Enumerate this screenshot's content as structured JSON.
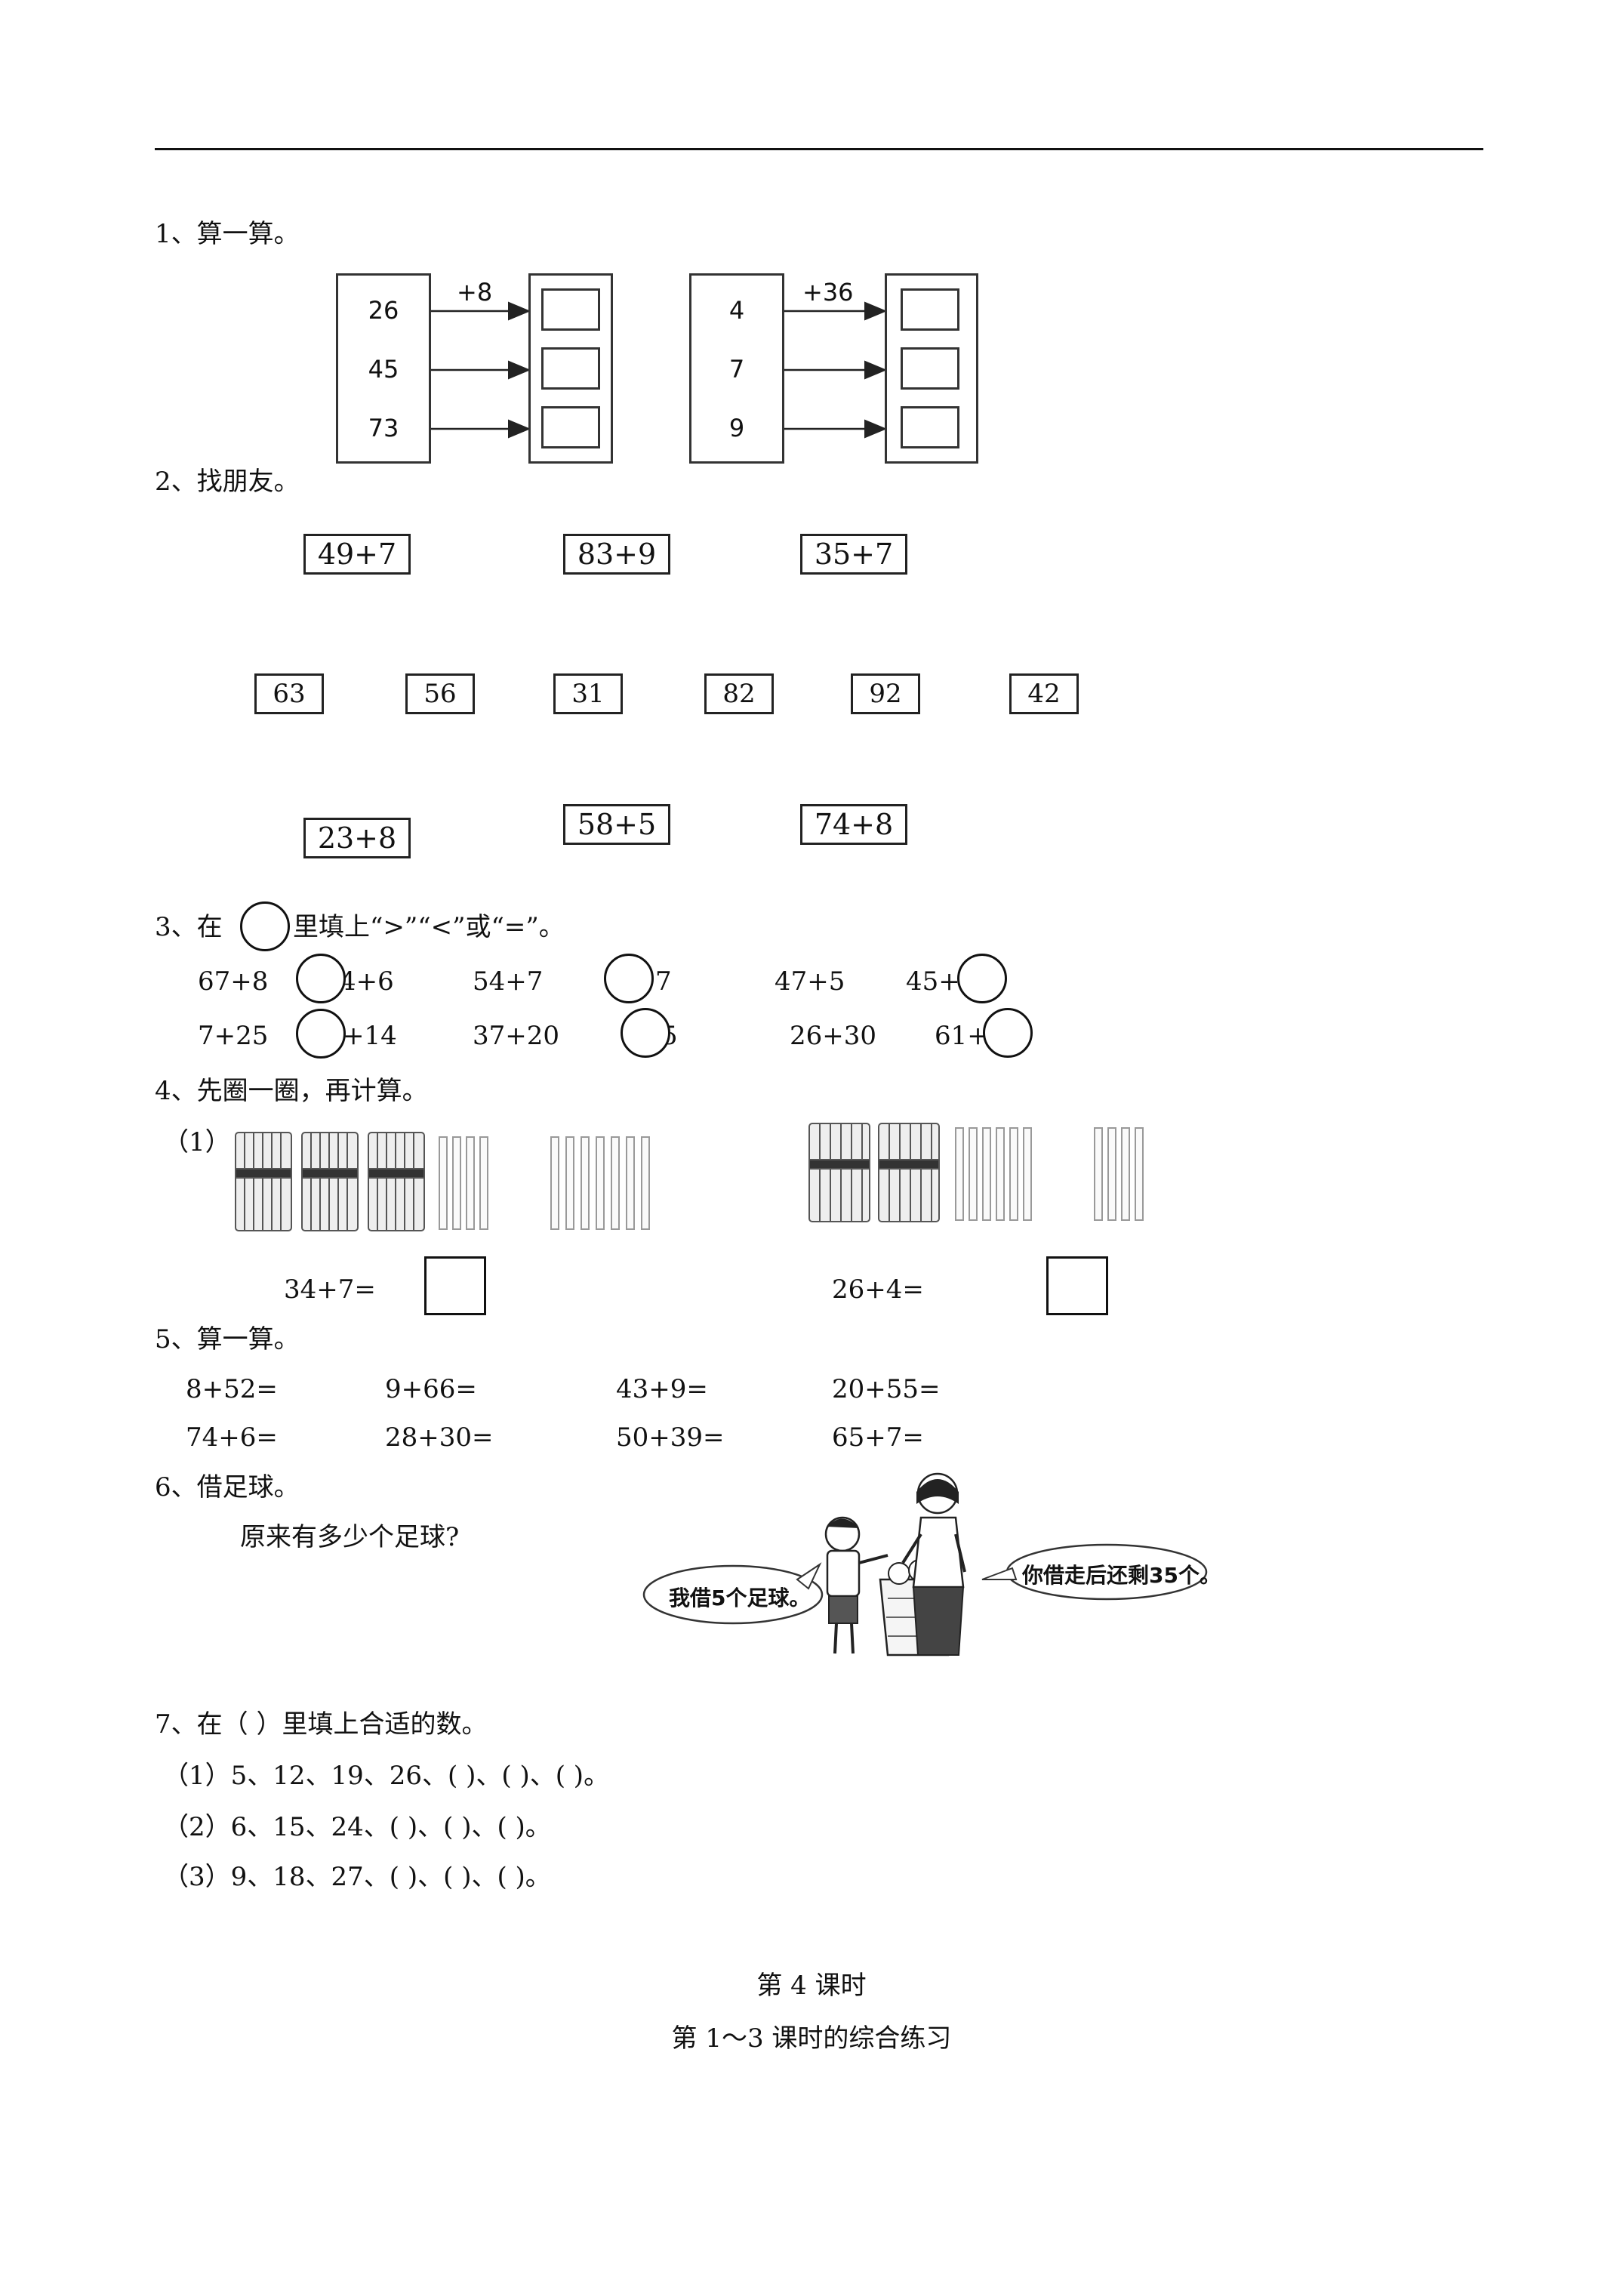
{
  "q1": {
    "title": "1、算一算。",
    "left": {
      "op": "+8",
      "nums": [
        "26",
        "45",
        "73"
      ]
    },
    "right": {
      "op": "+36",
      "nums": [
        "4",
        "7",
        "9"
      ]
    }
  },
  "q2": {
    "title": "2、找朋友。",
    "top_exprs": [
      "49+7",
      "83+9",
      "35+7"
    ],
    "numbers": [
      "63",
      "56",
      "31",
      "82",
      "92",
      "42"
    ],
    "bottom_exprs": [
      "23+8",
      "58+5",
      "74+8"
    ]
  },
  "q3": {
    "title_pre": "3、在",
    "title_post": "里填上“>”“<”或“=”。",
    "row1": [
      "67+8",
      "4+6",
      "54+7",
      "7",
      "47+5",
      "45+"
    ],
    "row2": [
      "7+25",
      "+14",
      "37+20",
      "5",
      "26+30",
      "61+"
    ]
  },
  "q4": {
    "title": "4、先圈一圈，再计算。",
    "sub": "（1）",
    "eq_left": "34+7=",
    "eq_right": "26+4="
  },
  "q5": {
    "title": "5、算一算。",
    "row1": [
      "8+52=",
      "9+66=",
      "43+9=",
      "20+55="
    ],
    "row2": [
      "74+6=",
      "28+30=",
      "50+39=",
      "65+7="
    ]
  },
  "q6": {
    "title": "6、借足球。",
    "question": "原来有多少个足球?",
    "bubble_boy": "我借5个足球。",
    "bubble_woman": "你借走后还剩35个。"
  },
  "q7": {
    "title": "7、在（    ）里填上合适的数。",
    "lines": [
      "（1）5、12、19、26、(        )、(          )、(          )。",
      "（2）6、15、24、(          )、(          )、(          )。",
      "（3）9、18、27、(          )、(          )、(          )。"
    ]
  },
  "footer": {
    "lesson": "第 4 课时",
    "subtitle": "第 1～3 课时的综合练习"
  }
}
